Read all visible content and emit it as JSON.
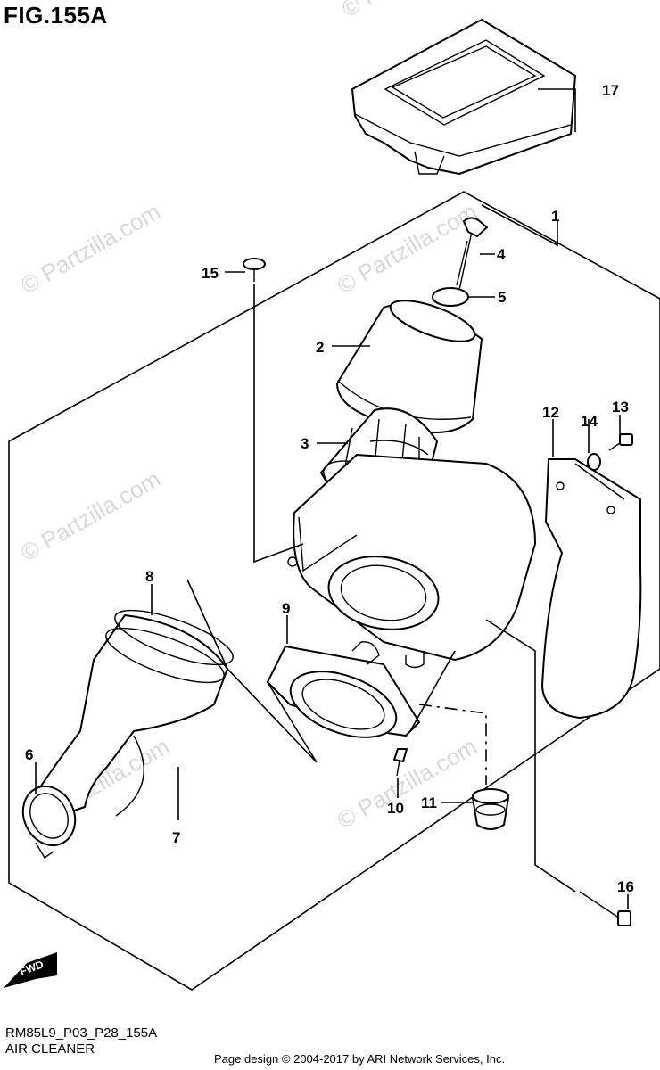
{
  "figure": {
    "title": "FIG.155A",
    "code": "RM85L9_P03_P28_155A",
    "name": "AIR CLEANER",
    "footer": "Page design © 2004-2017 by ARI Network Services, Inc.",
    "watermark": "© Partzilla.com"
  },
  "callouts": [
    "1",
    "2",
    "3",
    "4",
    "5",
    "6",
    "7",
    "8",
    "9",
    "10",
    "11",
    "12",
    "13",
    "14",
    "15",
    "16",
    "17"
  ],
  "fwd_label": "FWD",
  "colors": {
    "line": "#000000",
    "watermark": "#d9d9d9",
    "background": "#ffffff"
  }
}
